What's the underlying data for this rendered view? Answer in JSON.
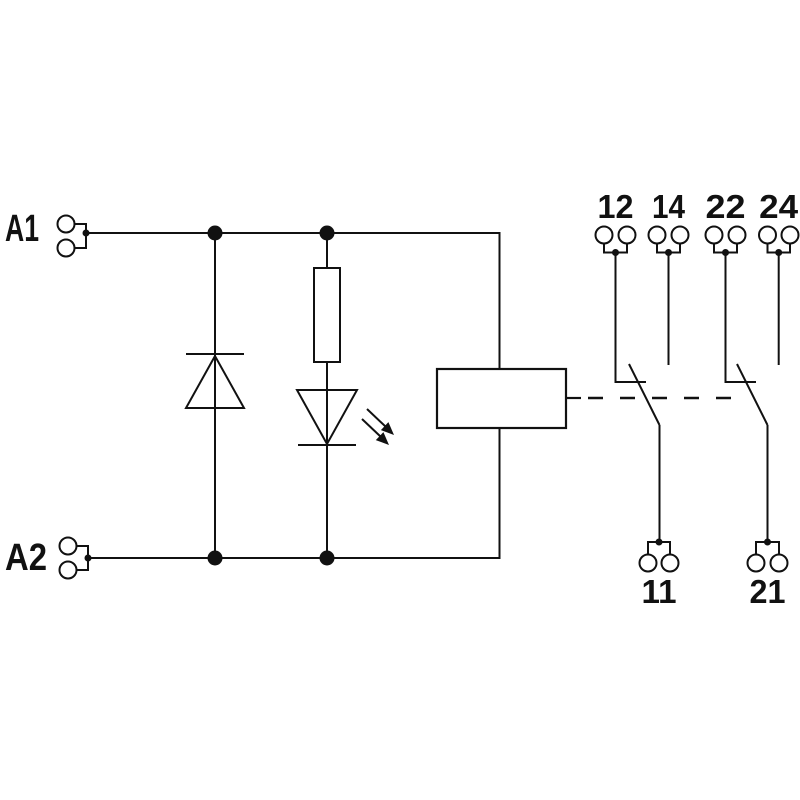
{
  "diagram": {
    "description": "Relay module wiring schematic",
    "colors": {
      "line": "#111111",
      "background": "#ffffff"
    },
    "terminals": {
      "a1": "A1",
      "a2": "A2",
      "top": [
        "12",
        "14",
        "22",
        "24"
      ],
      "bottom": [
        "11",
        "21"
      ]
    },
    "components": {
      "coil": "relay-coil",
      "protection": "suppression-diode",
      "dropper": "series-resistor",
      "indicator": "status-led",
      "link": "mechanical-actuation-dashed-link",
      "contact_1": "changeover-contact-11-12-14",
      "contact_2": "changeover-contact-21-22-24"
    }
  }
}
